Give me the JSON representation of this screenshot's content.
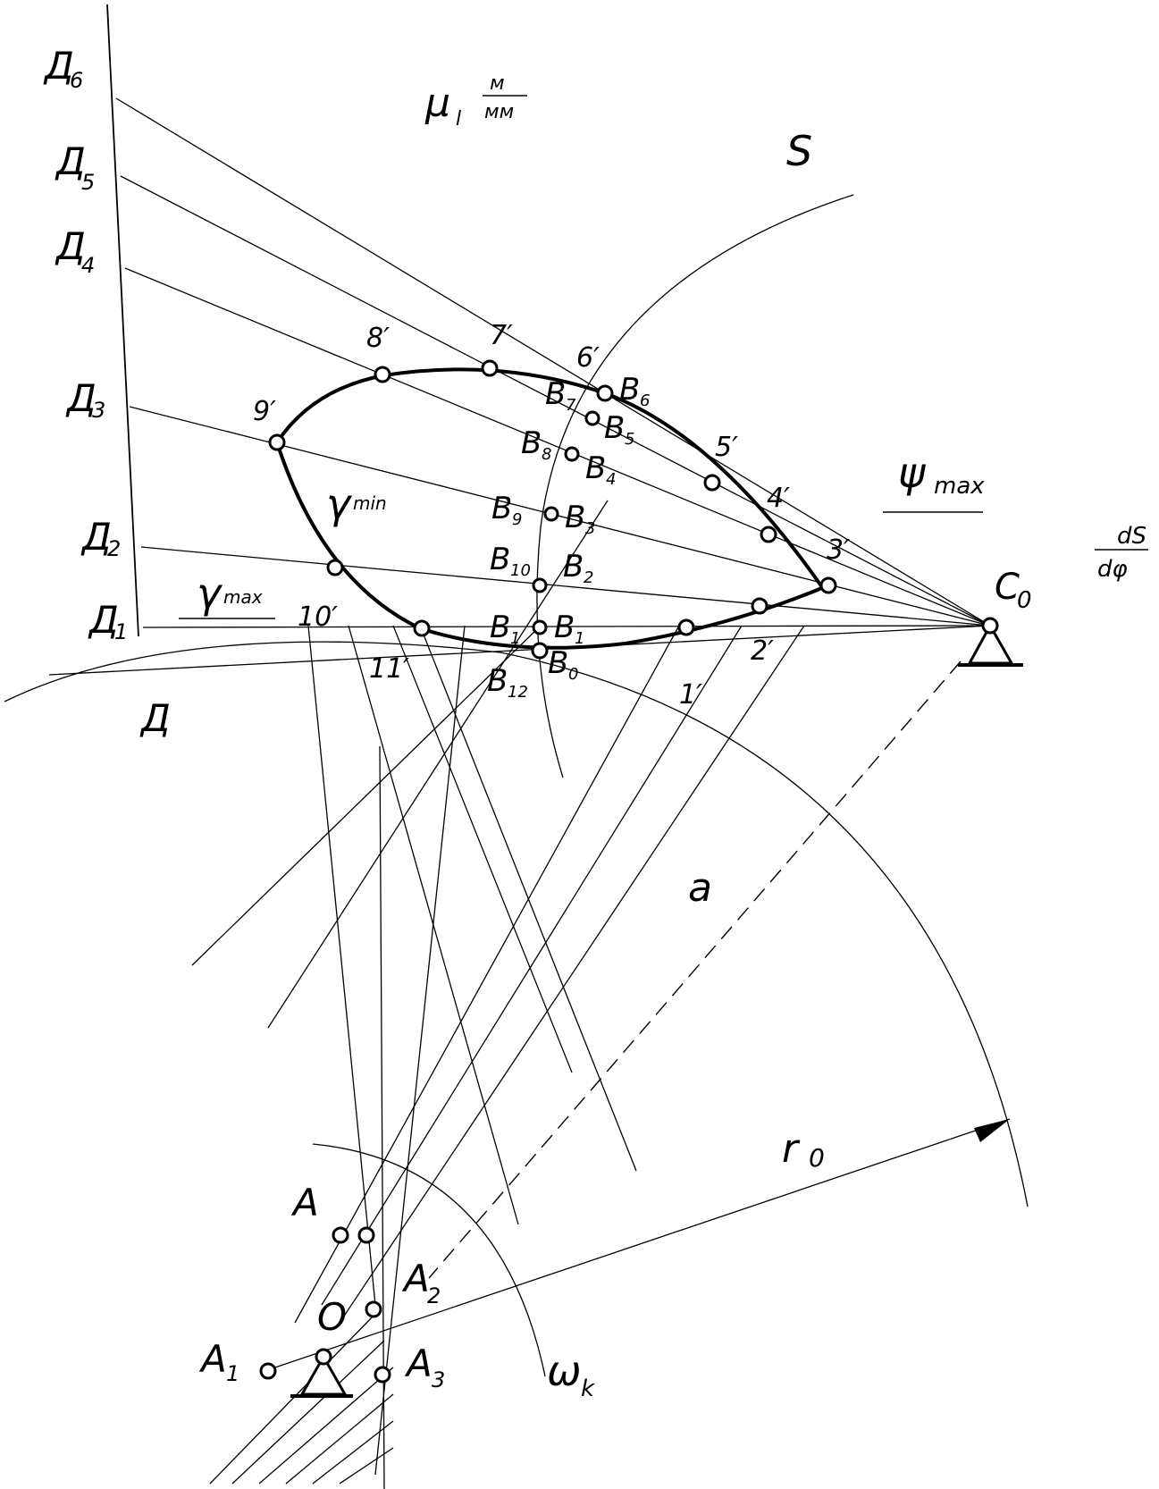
{
  "labels": {
    "scale": "μ",
    "scale_sub": "l",
    "scale_num": "м",
    "scale_den": "мм",
    "S": "S",
    "psi_max": "ψ",
    "psi_max_sub": "max",
    "dS": "dS",
    "dphi": "dφ",
    "C0": "C",
    "C0_sub": "0",
    "gamma_min": "γ",
    "gamma_min_sub": "min",
    "gamma_max": "γ",
    "gamma_max_sub": "max",
    "a": "a",
    "r0": "r",
    "r0_sub": "0",
    "omega": "ω",
    "omega_sub": "k",
    "D": "Д",
    "D1": "Д",
    "D1_sub": "1",
    "D2": "Д",
    "D2_sub": "2",
    "D3": "Д",
    "D3_sub": "3",
    "D4": "Д",
    "D4_sub": "4",
    "D5": "Д",
    "D5_sub": "5",
    "D6": "Д",
    "D6_sub": "6",
    "A": "A",
    "A1": "A",
    "A1_sub": "1",
    "A2": "A",
    "A2_sub": "2",
    "A3": "A",
    "A3_sub": "3",
    "O": "O",
    "B": "B",
    "b_subs": [
      "0",
      "1",
      "1",
      "2",
      "3",
      "4",
      "5",
      "6",
      "7",
      "8",
      "9",
      "10",
      "12"
    ],
    "primes": [
      "1′",
      "2′",
      "3′",
      "4′",
      "5′",
      "6′",
      "7′",
      "8′",
      "9′",
      "10′",
      "11′"
    ]
  }
}
